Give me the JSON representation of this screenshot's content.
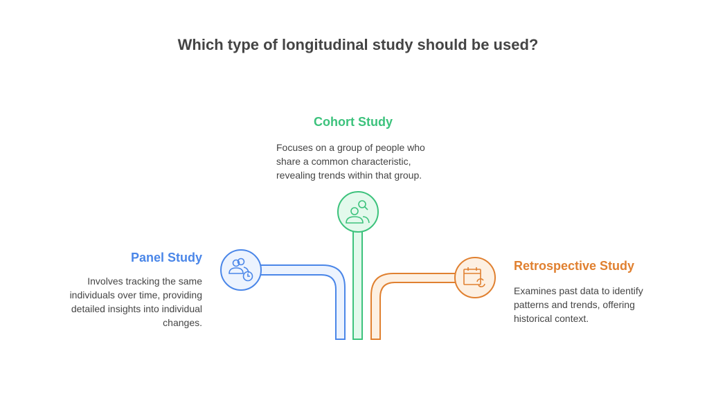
{
  "title": "Which type of longitudinal study should be used?",
  "options": [
    {
      "name": "Panel Study",
      "description": "Involves tracking the same individuals over time, providing detailed insights into individual changes.",
      "color": "#4a86e8",
      "fill": "#ecf3fe",
      "icon": "people-clock-icon"
    },
    {
      "name": "Cohort Study",
      "description": "Focuses on a group of people who share a common characteristic, revealing trends within that group.",
      "color": "#3cc27c",
      "fill": "#e3f9ec",
      "icon": "group-search-icon"
    },
    {
      "name": "Retrospective Study",
      "description": "Examines past data to identify patterns and trends, offering historical context.",
      "color": "#e08030",
      "fill": "#fdf0e2",
      "icon": "calendar-refresh-icon"
    }
  ]
}
